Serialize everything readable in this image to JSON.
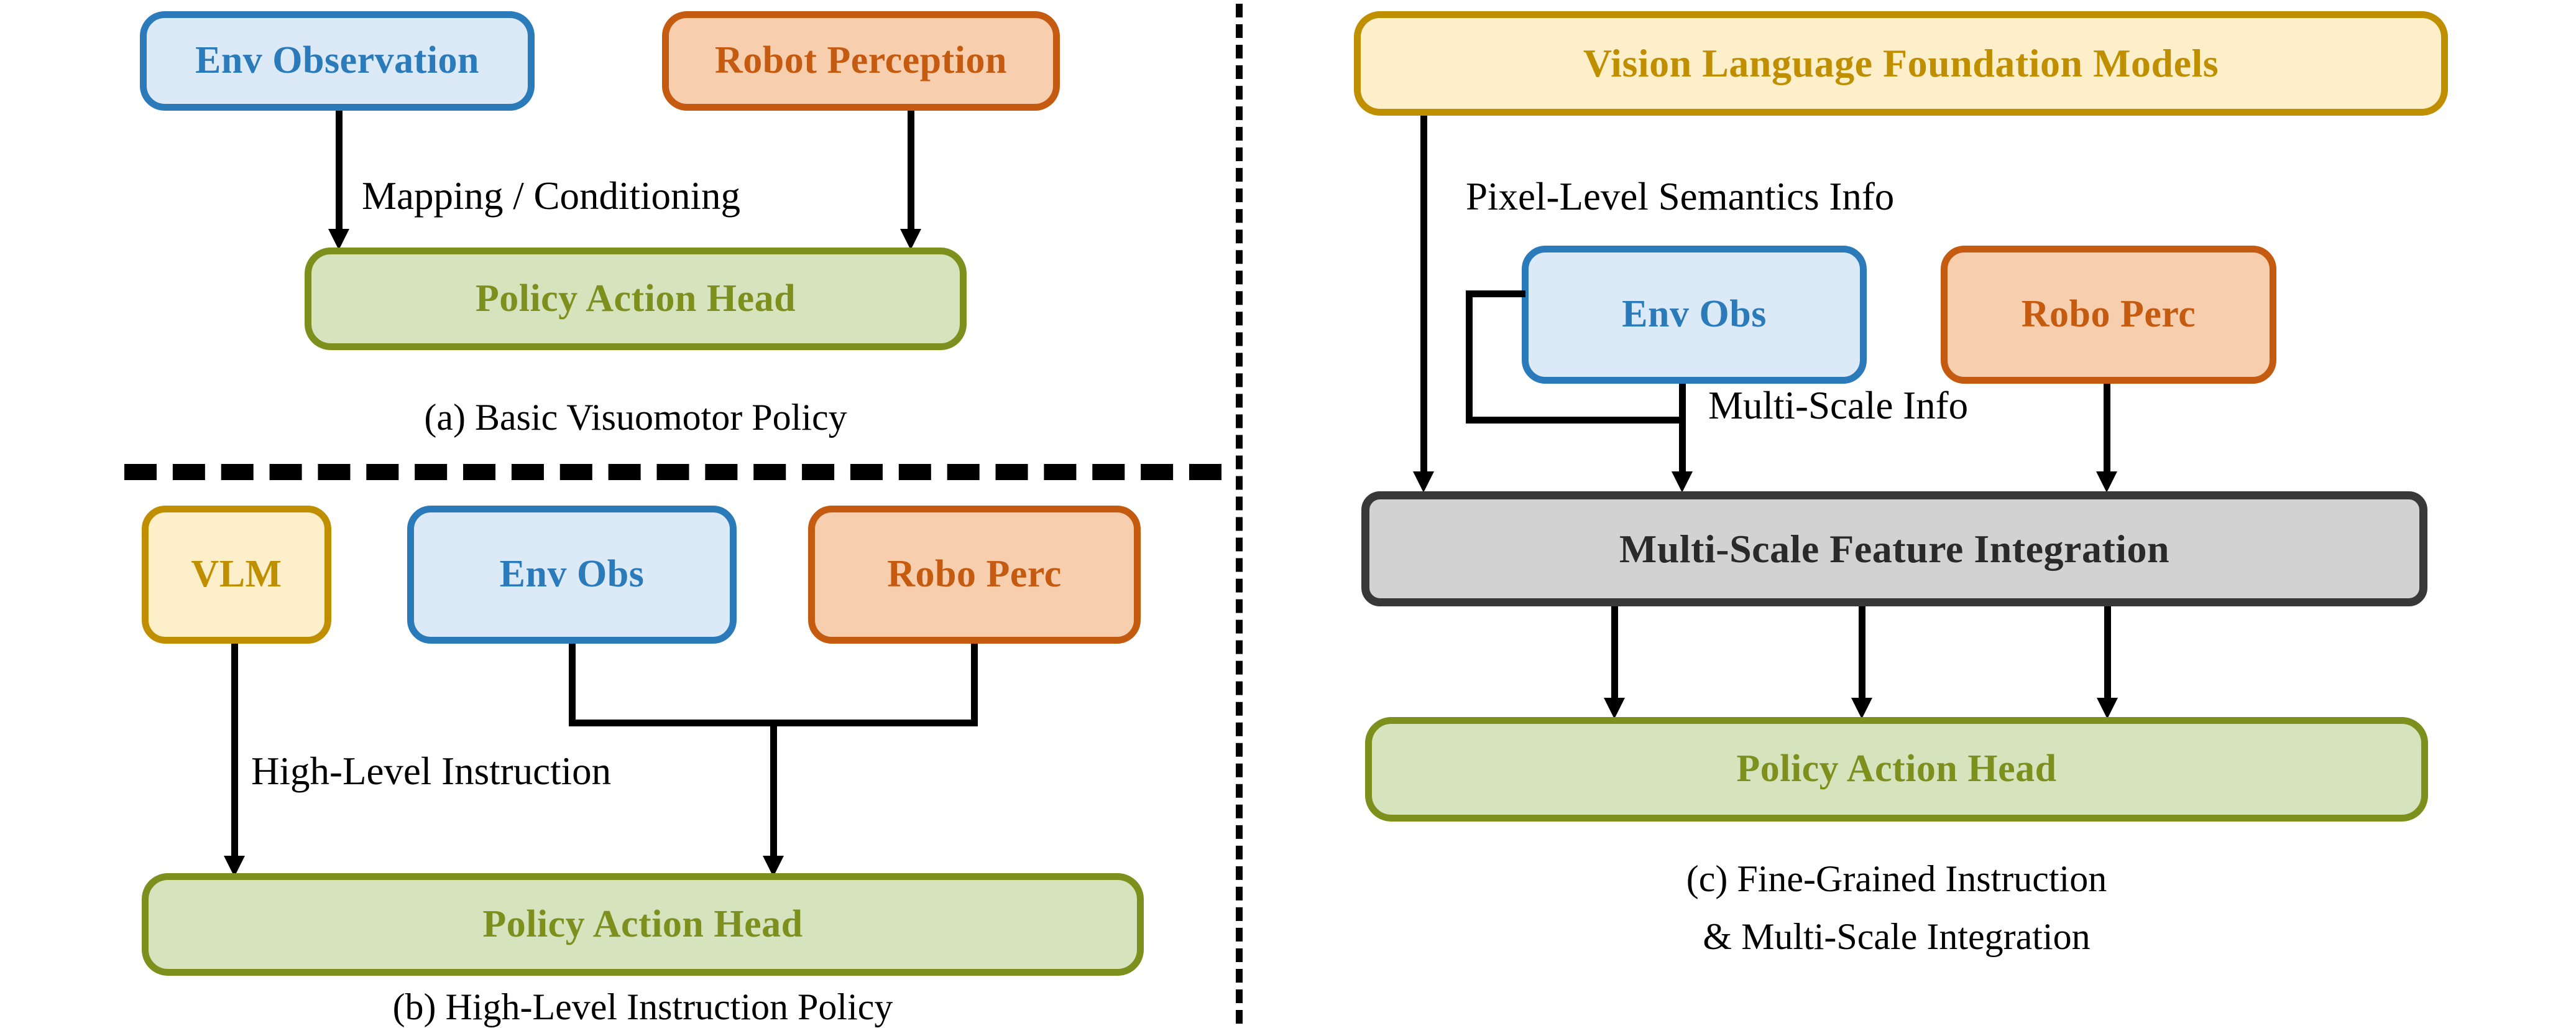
{
  "figure": {
    "title": "Visuomotor policy architecture comparison",
    "background": "#ffffff"
  },
  "palette": {
    "blue_fill": "#dce9f6",
    "blue_stroke": "#2b7ab9",
    "orange_fill": "#f7cfae",
    "orange_stroke": "#c55a11",
    "green_fill": "#d6e4bd",
    "green_stroke": "#7d8f1c",
    "yellow_fill": "#fcefc9",
    "yellow_stroke": "#bf8f00",
    "gray_fill": "#d2d2d2",
    "gray_stroke": "#383838",
    "connector": "#000000"
  },
  "panel_a": {
    "caption": "(a) Basic Visuomotor Policy",
    "nodes": {
      "env_observation": "Env Observation",
      "robot_perception": "Robot Perception",
      "policy_action_head": "Policy Action Head"
    },
    "edge_labels": {
      "mapping_conditioning": "Mapping / Conditioning"
    }
  },
  "panel_b": {
    "caption": "(b) High-Level Instruction Policy",
    "nodes": {
      "vlm": "VLM",
      "env_obs": "Env Obs",
      "robo_perc": "Robo Perc",
      "policy_action_head": "Policy Action Head"
    },
    "edge_labels": {
      "high_level_instruction": "High-Level Instruction"
    }
  },
  "panel_c": {
    "caption_line1": "(c) Fine-Grained Instruction",
    "caption_line2": "& Multi-Scale Integration",
    "nodes": {
      "vision_language_foundation_models": "Vision Language Foundation Models",
      "env_obs": "Env Obs",
      "robo_perc": "Robo Perc",
      "multi_scale_feature_integration": "Multi-Scale Feature Integration",
      "policy_action_head": "Policy Action Head"
    },
    "edge_labels": {
      "pixel_level_semantics_info": "Pixel-Level Semantics Info",
      "multi_scale_info": "Multi-Scale Info"
    }
  },
  "separators": {
    "horizontal_divider": "dashed-divider-horizontal",
    "vertical_divider": "dashed-divider-vertical"
  }
}
